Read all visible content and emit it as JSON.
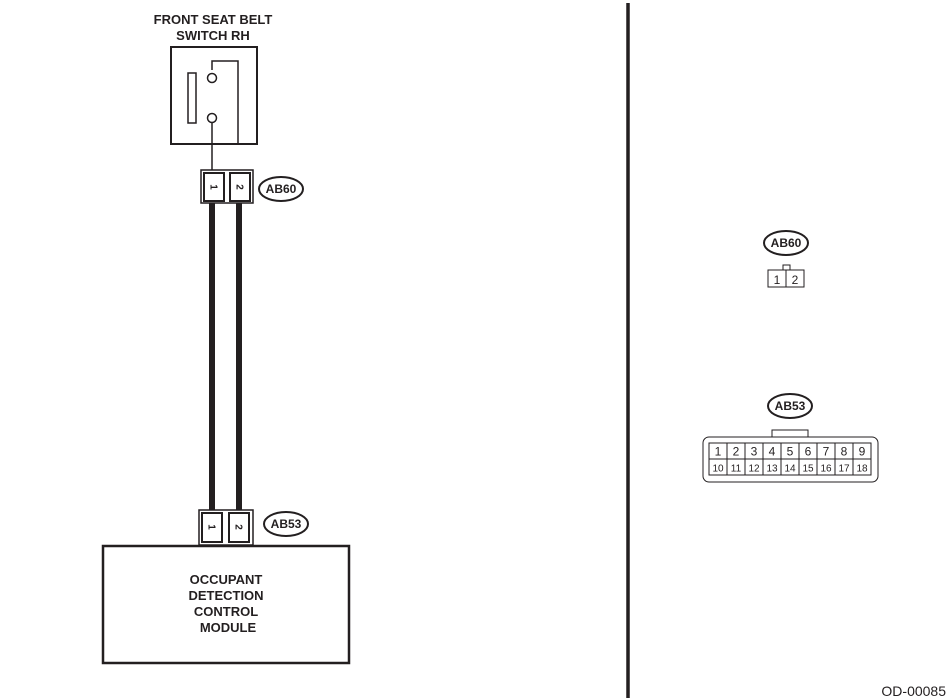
{
  "switch": {
    "title_line1": "FRONT SEAT BELT",
    "title_line2": "SWITCH RH"
  },
  "module": {
    "line1": "OCCUPANT",
    "line2": "DETECTION",
    "line3": "CONTROL",
    "line4": "MODULE"
  },
  "connectors": {
    "ab60": {
      "label": "AB60",
      "pins": [
        "1",
        "2"
      ]
    },
    "ab53": {
      "label": "AB53",
      "pins": [
        "1",
        "2"
      ]
    }
  },
  "legend": {
    "ab60": {
      "label": "AB60",
      "pins": [
        "1",
        "2"
      ]
    },
    "ab53": {
      "label": "AB53",
      "row1": [
        "1",
        "2",
        "3",
        "4",
        "5",
        "6",
        "7",
        "8",
        "9"
      ],
      "row2": [
        "10",
        "11",
        "12",
        "13",
        "14",
        "15",
        "16",
        "17",
        "18"
      ]
    }
  },
  "figure_code": "OD-00085",
  "colors": {
    "ink": "#231f20",
    "background": "#ffffff"
  }
}
